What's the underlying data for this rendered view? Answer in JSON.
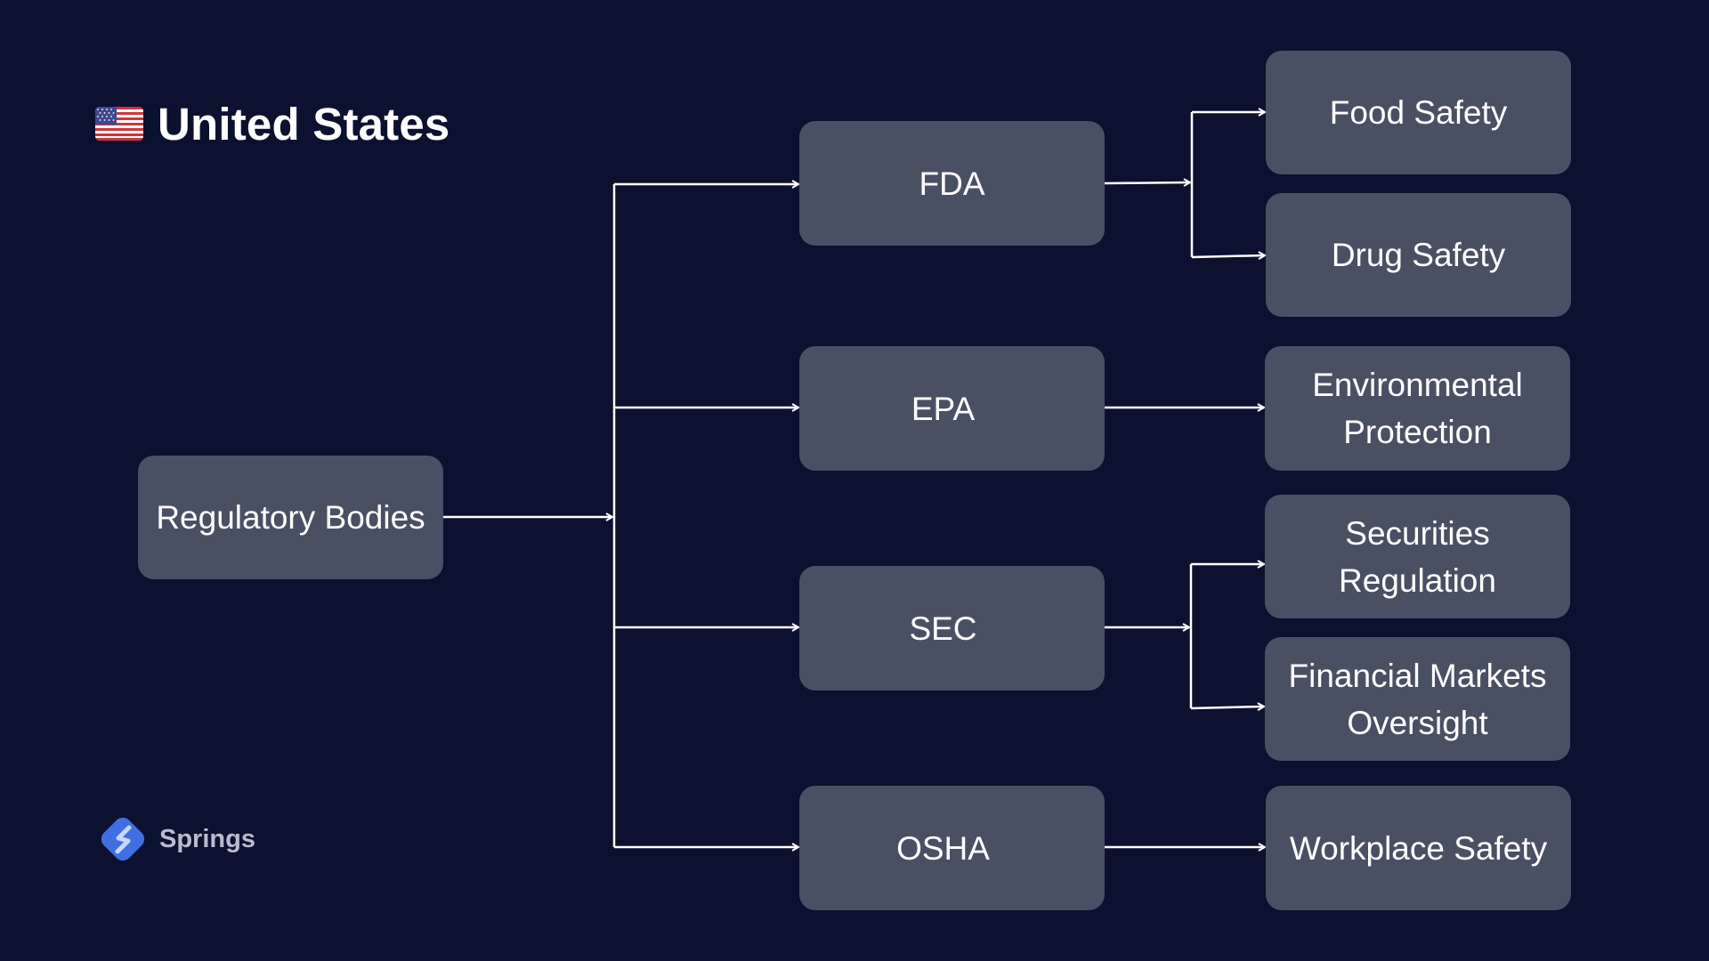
{
  "header": {
    "title": "United States",
    "flag_icon": "us-flag-icon"
  },
  "root": {
    "label": "Regulatory Bodies"
  },
  "agencies": [
    {
      "label": "FDA",
      "children": [
        "Food Safety",
        "Drug Safety"
      ]
    },
    {
      "label": "EPA",
      "children": [
        "Environmental Protection"
      ]
    },
    {
      "label": "SEC",
      "children": [
        "Securities Regulation",
        "Financial Markets Oversight"
      ]
    },
    {
      "label": "OSHA",
      "children": [
        "Workplace Safety"
      ]
    }
  ],
  "leaves": {
    "food_safety": "Food Safety",
    "drug_safety": "Drug Safety",
    "env_line1": "Environmental",
    "env_line2": "Protection",
    "sec_line1": "Securities",
    "sec_line2": "Regulation",
    "fin_line1": "Financial Markets",
    "fin_line2": "Oversight",
    "workplace_safety": "Workplace Safety"
  },
  "brand": {
    "name": "Springs",
    "logo_icon": "springs-logo-icon"
  },
  "colors": {
    "background": "#0d1130",
    "node_fill": "#4a5064",
    "connector": "#ffffff",
    "text": "#ffffff",
    "brand_blue": "#3f6fe0"
  }
}
